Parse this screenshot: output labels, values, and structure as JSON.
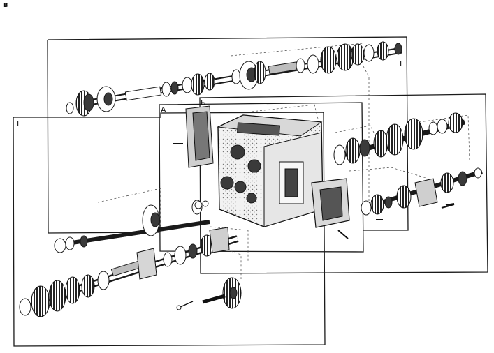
{
  "page_mark": "в",
  "groups": [
    {
      "label": "А"
    },
    {
      "label": "Б"
    },
    {
      "label": "Г"
    },
    {
      "label": "I"
    }
  ]
}
